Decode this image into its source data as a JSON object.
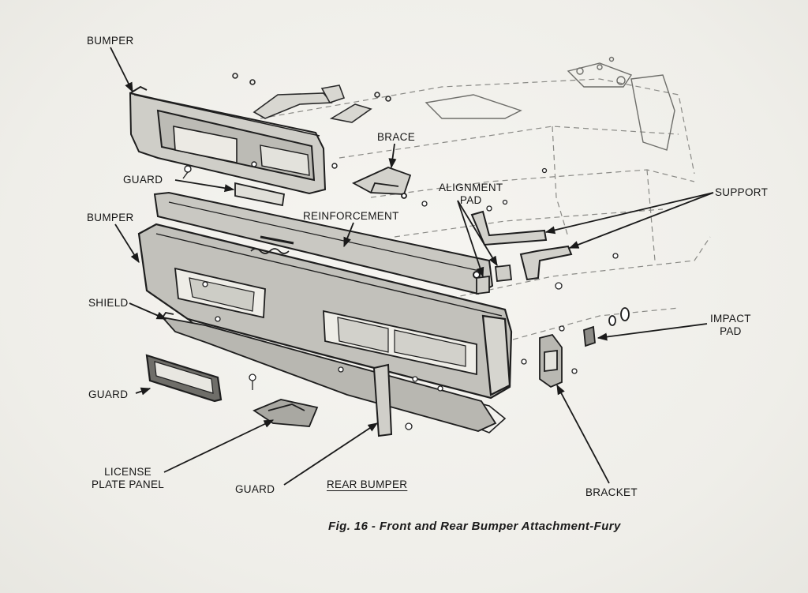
{
  "labels": {
    "bumper_front": "BUMPER",
    "brace": "BRACE",
    "guard_front": "GUARD",
    "alignment_pad": "ALIGNMENT\nPAD",
    "support": "SUPPORT",
    "bumper_rear": "BUMPER",
    "reinforcement": "REINFORCEMENT",
    "shield": "SHIELD",
    "impact_pad": "IMPACT\nPAD",
    "guard_left": "GUARD",
    "license_plate_panel": "LICENSE\nPLATE PANEL",
    "guard_rear": "GUARD",
    "rear_bumper": "REAR BUMPER",
    "bracket": "BRACKET"
  },
  "caption": "Fig. 16 - Front and Rear Bumper Attachment-Fury"
}
